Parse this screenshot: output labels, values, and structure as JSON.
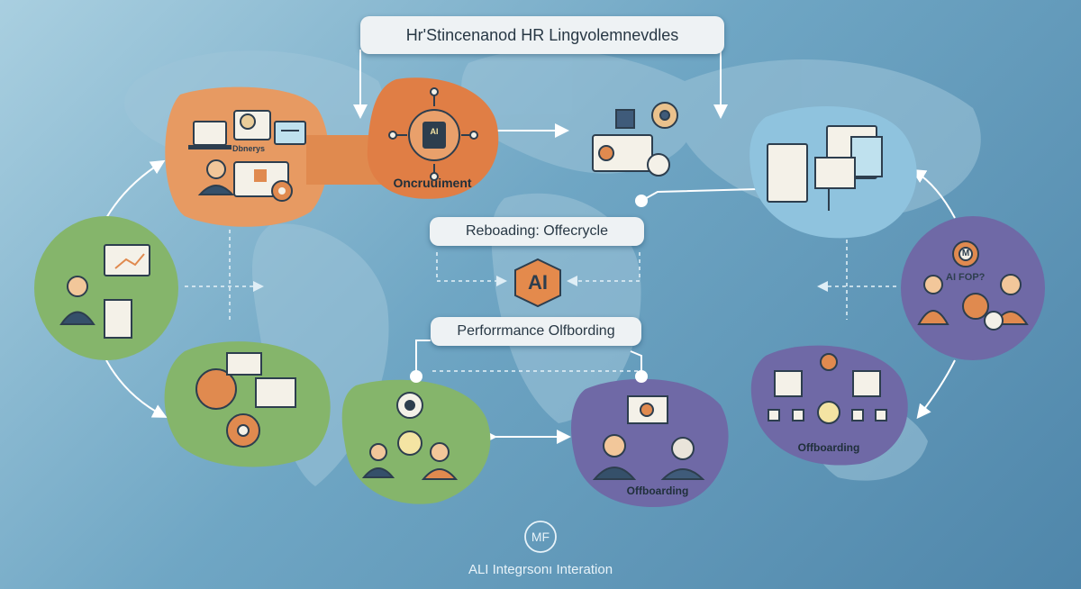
{
  "title": "Hr'Stincenanod HR Lingvolemnevdles",
  "center_top_label": "Reboading: Offecrycle",
  "center_ai_label": "AI",
  "center_bottom_label": "Perforrmance Olfbording",
  "nodes": {
    "top_left": {
      "tag": "Dbnerys"
    },
    "top_center": {
      "label": "Oncruuiment",
      "chip": "AI"
    },
    "right_mid": {
      "tag": "AI FOP?",
      "gear_tag": "M"
    },
    "bottom_right": {
      "label": "Offboarding"
    },
    "bottom_center_right": {
      "label": "Offboarding"
    }
  },
  "footer": {
    "logo": "MF",
    "text": "ALI Integrsonı Interation"
  },
  "colors": {
    "orange": "#e79a62",
    "green": "#85b56b",
    "purple": "#6f69a6",
    "blue": "#8fc3de",
    "ai_hex": "#e48a4c"
  }
}
